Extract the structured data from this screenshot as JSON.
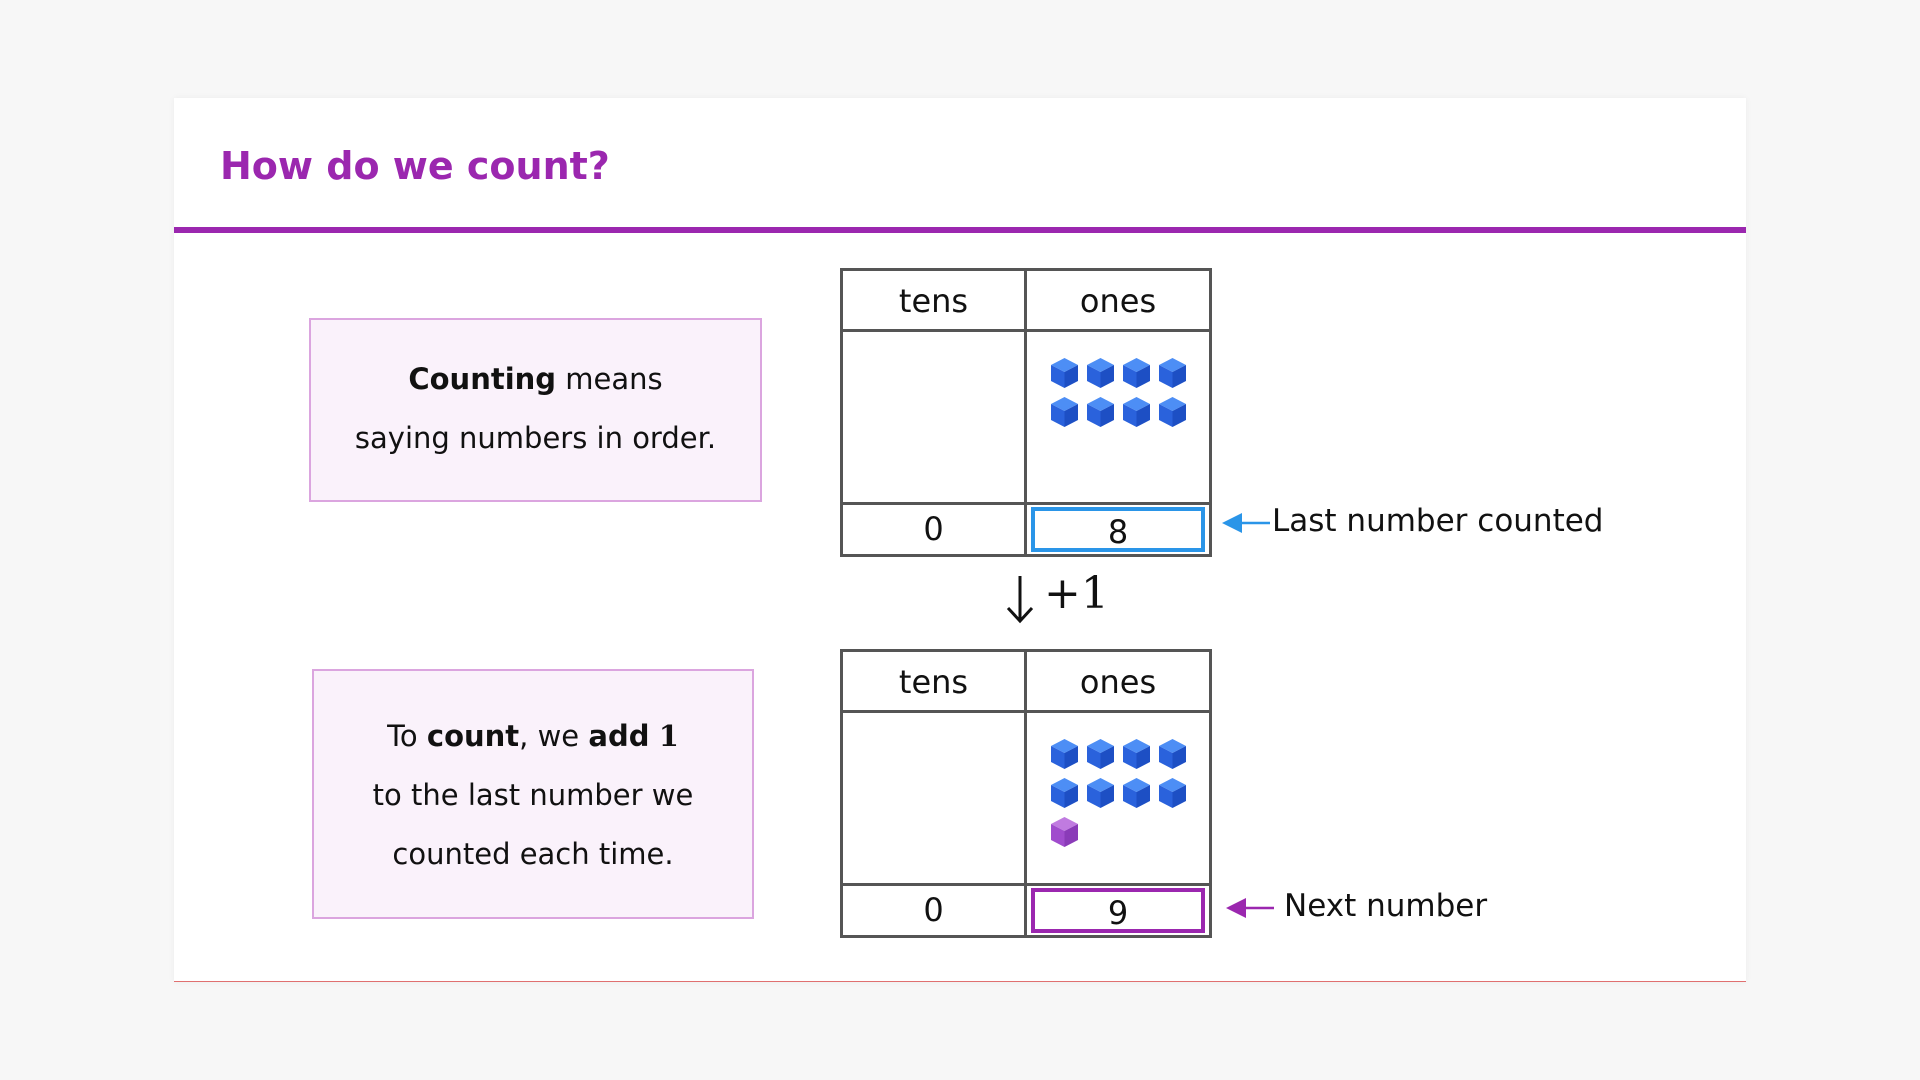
{
  "slide": {
    "title": "How do we count?",
    "accent_color": "#9b27af"
  },
  "note1": {
    "bold": "Counting",
    "rest_line1": " means",
    "line2": "saying numbers in order."
  },
  "note2": {
    "pre": "To ",
    "bold_count": "count",
    "mid": ", we ",
    "bold_add": "add",
    "num": "1",
    "line2": "to the last number we",
    "line3": "counted each time."
  },
  "table1": {
    "tens_header": "tens",
    "ones_header": "ones",
    "tens_value": "0",
    "ones_value": "8",
    "cube_count": 8,
    "highlight_color": "#2a95e8"
  },
  "operation": {
    "label": "+1"
  },
  "table2": {
    "tens_header": "tens",
    "ones_header": "ones",
    "tens_value": "0",
    "ones_value": "9",
    "cube_count": 9,
    "highlight_color": "#9b27af"
  },
  "labels": {
    "last": "Last number counted",
    "next": "Next number"
  },
  "icons": {
    "blue_cube": "cube-blue-icon",
    "purple_cube": "cube-purple-icon",
    "arrow": "arrow-left-icon",
    "down": "arrow-down-icon"
  }
}
